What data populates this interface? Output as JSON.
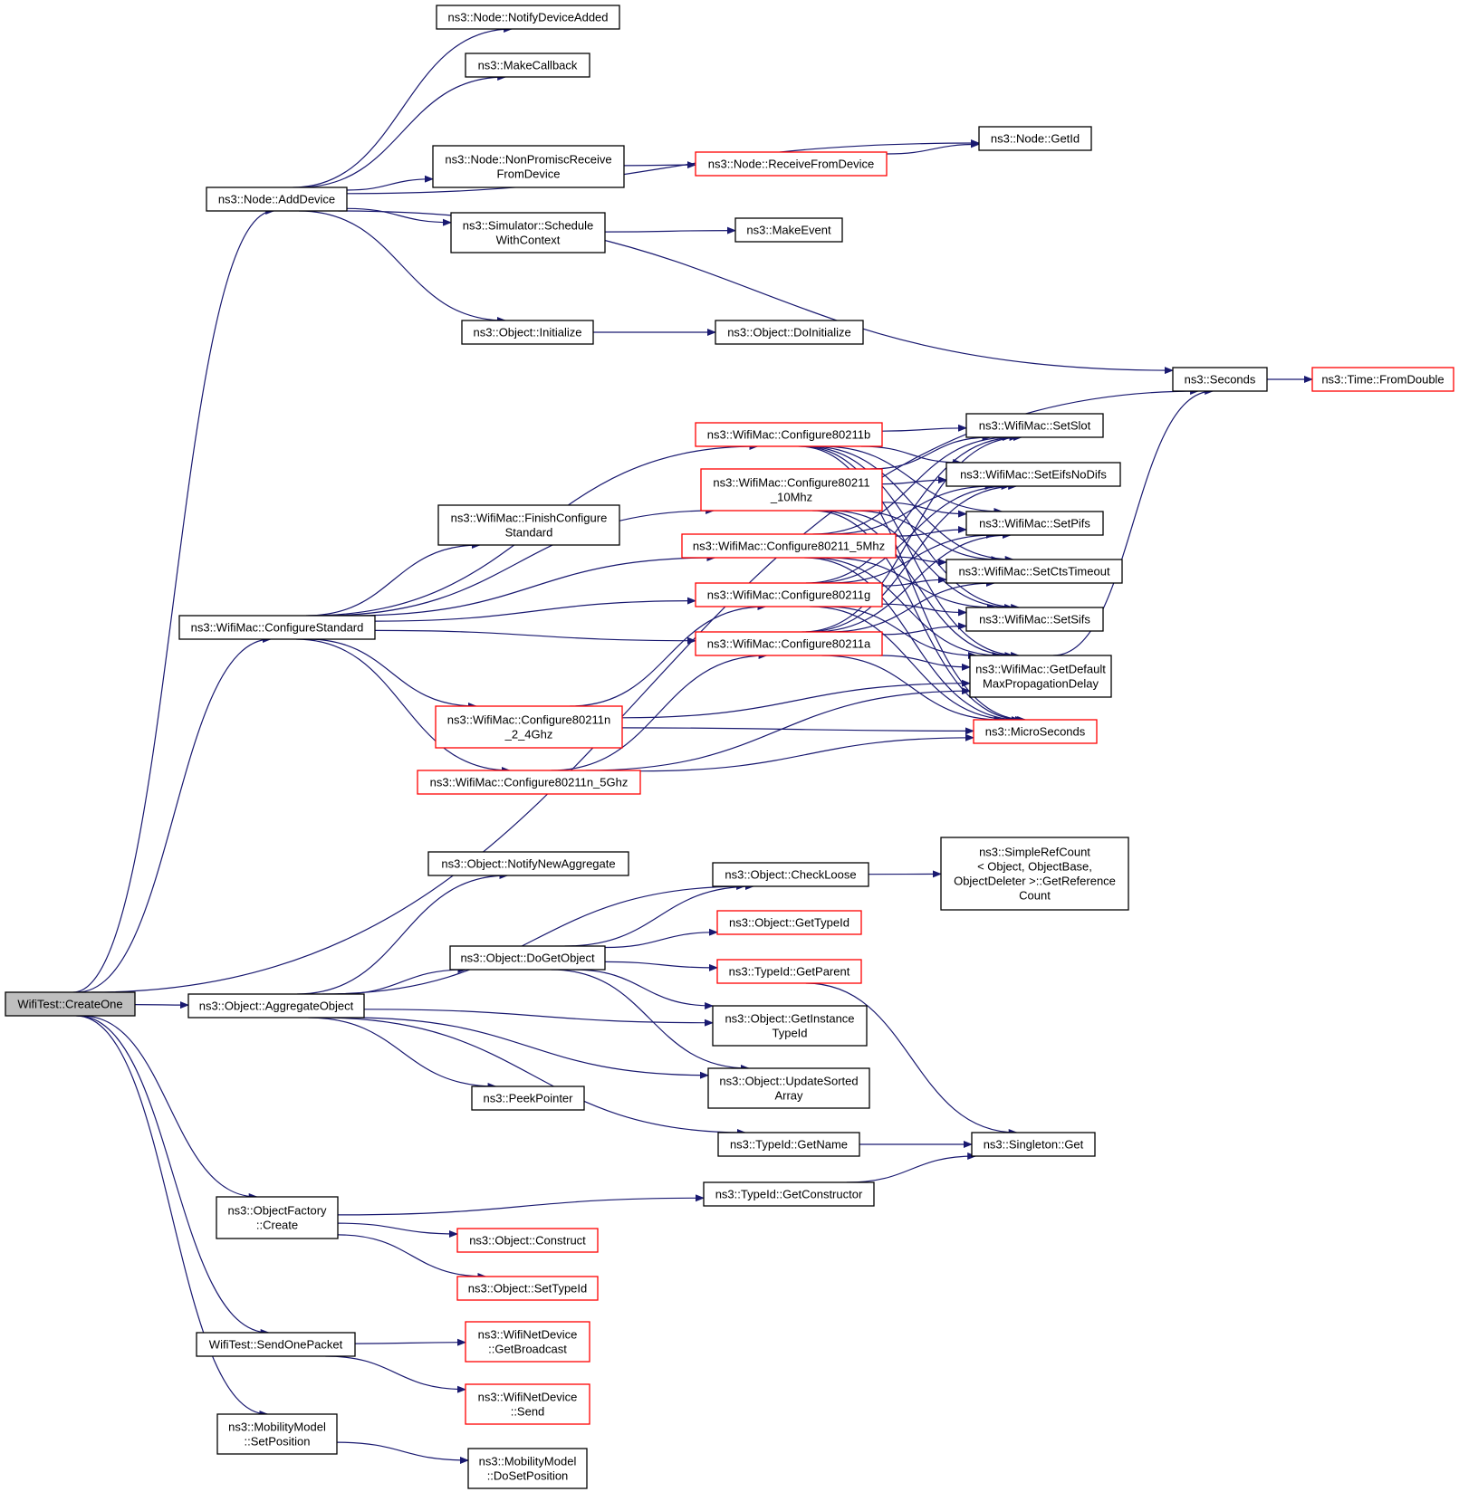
{
  "colors": {
    "edge": "#191970",
    "border_normal": "#000000",
    "border_truncated": "#ff0000",
    "root_fill": "#bfbfbf"
  },
  "nodes": {
    "createOne": {
      "lines": [
        "WifiTest::CreateOne"
      ],
      "variant": "root"
    },
    "addDevice": {
      "lines": [
        "ns3::Node::AddDevice"
      ],
      "variant": "normal"
    },
    "notifyDeviceAdded": {
      "lines": [
        "ns3::Node::NotifyDeviceAdded"
      ],
      "variant": "normal"
    },
    "makeCallback": {
      "lines": [
        "ns3::MakeCallback"
      ],
      "variant": "normal"
    },
    "nonPromisc": {
      "lines": [
        "ns3::Node::NonPromiscReceive",
        "FromDevice"
      ],
      "variant": "normal"
    },
    "receiveFromDevice": {
      "lines": [
        "ns3::Node::ReceiveFromDevice"
      ],
      "variant": "red"
    },
    "getId": {
      "lines": [
        "ns3::Node::GetId"
      ],
      "variant": "normal"
    },
    "scheduleWithContext": {
      "lines": [
        "ns3::Simulator::Schedule",
        "WithContext"
      ],
      "variant": "normal"
    },
    "makeEvent": {
      "lines": [
        "ns3::MakeEvent"
      ],
      "variant": "normal"
    },
    "objInitialize": {
      "lines": [
        "ns3::Object::Initialize"
      ],
      "variant": "normal"
    },
    "doInitialize": {
      "lines": [
        "ns3::Object::DoInitialize"
      ],
      "variant": "normal"
    },
    "seconds": {
      "lines": [
        "ns3::Seconds"
      ],
      "variant": "normal"
    },
    "fromDouble": {
      "lines": [
        "ns3::Time::FromDouble"
      ],
      "variant": "red"
    },
    "configureStandard": {
      "lines": [
        "ns3::WifiMac::ConfigureStandard"
      ],
      "variant": "normal"
    },
    "cfg11b": {
      "lines": [
        "ns3::WifiMac::Configure80211b"
      ],
      "variant": "red"
    },
    "cfg10mhz": {
      "lines": [
        "ns3::WifiMac::Configure80211",
        "_10Mhz"
      ],
      "variant": "red"
    },
    "finishConfigure": {
      "lines": [
        "ns3::WifiMac::FinishConfigure",
        "Standard"
      ],
      "variant": "normal"
    },
    "cfg5mhz": {
      "lines": [
        "ns3::WifiMac::Configure80211_5Mhz"
      ],
      "variant": "red"
    },
    "cfg11g": {
      "lines": [
        "ns3::WifiMac::Configure80211g"
      ],
      "variant": "red"
    },
    "cfg11a": {
      "lines": [
        "ns3::WifiMac::Configure80211a"
      ],
      "variant": "red"
    },
    "cfg11n24": {
      "lines": [
        "ns3::WifiMac::Configure80211n",
        "_2_4Ghz"
      ],
      "variant": "red"
    },
    "cfg11n5": {
      "lines": [
        "ns3::WifiMac::Configure80211n_5Ghz"
      ],
      "variant": "red"
    },
    "setSlot": {
      "lines": [
        "ns3::WifiMac::SetSlot"
      ],
      "variant": "normal"
    },
    "setEifs": {
      "lines": [
        "ns3::WifiMac::SetEifsNoDifs"
      ],
      "variant": "normal"
    },
    "setPifs": {
      "lines": [
        "ns3::WifiMac::SetPifs"
      ],
      "variant": "normal"
    },
    "setCts": {
      "lines": [
        "ns3::WifiMac::SetCtsTimeout"
      ],
      "variant": "normal"
    },
    "setSifs": {
      "lines": [
        "ns3::WifiMac::SetSifs"
      ],
      "variant": "normal"
    },
    "getDefaultMax": {
      "lines": [
        "ns3::WifiMac::GetDefault",
        "MaxPropagationDelay"
      ],
      "variant": "normal"
    },
    "microSeconds": {
      "lines": [
        "ns3::MicroSeconds"
      ],
      "variant": "red"
    },
    "aggregateObject": {
      "lines": [
        "ns3::Object::AggregateObject"
      ],
      "variant": "normal"
    },
    "notifyNewAggregate": {
      "lines": [
        "ns3::Object::NotifyNewAggregate"
      ],
      "variant": "normal"
    },
    "checkLoose": {
      "lines": [
        "ns3::Object::CheckLoose"
      ],
      "variant": "normal"
    },
    "simpleRefCount": {
      "lines": [
        "ns3::SimpleRefCount",
        "< Object, ObjectBase,",
        "ObjectDeleter >::GetReference",
        "Count"
      ],
      "variant": "normal"
    },
    "doGetObject": {
      "lines": [
        "ns3::Object::DoGetObject"
      ],
      "variant": "normal"
    },
    "getTypeId": {
      "lines": [
        "ns3::Object::GetTypeId"
      ],
      "variant": "red"
    },
    "getParent": {
      "lines": [
        "ns3::TypeId::GetParent"
      ],
      "variant": "red"
    },
    "getInstanceTypeId": {
      "lines": [
        "ns3::Object::GetInstance",
        "TypeId"
      ],
      "variant": "normal"
    },
    "updateSortedArray": {
      "lines": [
        "ns3::Object::UpdateSorted",
        "Array"
      ],
      "variant": "normal"
    },
    "peekPointer": {
      "lines": [
        "ns3::PeekPointer"
      ],
      "variant": "normal"
    },
    "getName": {
      "lines": [
        "ns3::TypeId::GetName"
      ],
      "variant": "normal"
    },
    "singletonGet": {
      "lines": [
        "ns3::Singleton::Get"
      ],
      "variant": "normal"
    },
    "objectFactoryCreate": {
      "lines": [
        "ns3::ObjectFactory",
        "::Create"
      ],
      "variant": "normal"
    },
    "getConstructor": {
      "lines": [
        "ns3::TypeId::GetConstructor"
      ],
      "variant": "normal"
    },
    "objConstruct": {
      "lines": [
        "ns3::Object::Construct"
      ],
      "variant": "red"
    },
    "setTypeId": {
      "lines": [
        "ns3::Object::SetTypeId"
      ],
      "variant": "red"
    },
    "sendOnePacket": {
      "lines": [
        "WifiTest::SendOnePacket"
      ],
      "variant": "normal"
    },
    "getBroadcast": {
      "lines": [
        "ns3::WifiNetDevice",
        "::GetBroadcast"
      ],
      "variant": "red"
    },
    "wifiSend": {
      "lines": [
        "ns3::WifiNetDevice",
        "::Send"
      ],
      "variant": "red"
    },
    "setPosition": {
      "lines": [
        "ns3::MobilityModel",
        "::SetPosition"
      ],
      "variant": "normal"
    },
    "doSetPosition": {
      "lines": [
        "ns3::MobilityModel",
        "::DoSetPosition"
      ],
      "variant": "normal"
    }
  },
  "edges": [
    [
      "createOne",
      "addDevice"
    ],
    [
      "createOne",
      "seconds"
    ],
    [
      "createOne",
      "configureStandard"
    ],
    [
      "createOne",
      "aggregateObject"
    ],
    [
      "createOne",
      "objectFactoryCreate"
    ],
    [
      "createOne",
      "sendOnePacket"
    ],
    [
      "createOne",
      "setPosition"
    ],
    [
      "addDevice",
      "notifyDeviceAdded"
    ],
    [
      "addDevice",
      "makeCallback"
    ],
    [
      "addDevice",
      "getId"
    ],
    [
      "addDevice",
      "nonPromisc"
    ],
    [
      "addDevice",
      "scheduleWithContext"
    ],
    [
      "addDevice",
      "seconds"
    ],
    [
      "addDevice",
      "objInitialize"
    ],
    [
      "nonPromisc",
      "receiveFromDevice"
    ],
    [
      "receiveFromDevice",
      "getId"
    ],
    [
      "scheduleWithContext",
      "makeEvent"
    ],
    [
      "objInitialize",
      "doInitialize"
    ],
    [
      "seconds",
      "fromDouble"
    ],
    [
      "configureStandard",
      "cfg11b"
    ],
    [
      "configureStandard",
      "cfg10mhz"
    ],
    [
      "configureStandard",
      "finishConfigure"
    ],
    [
      "configureStandard",
      "cfg5mhz"
    ],
    [
      "configureStandard",
      "cfg11g"
    ],
    [
      "configureStandard",
      "cfg11a"
    ],
    [
      "configureStandard",
      "cfg11n24"
    ],
    [
      "configureStandard",
      "cfg11n5"
    ],
    [
      "cfg11b",
      "setSlot"
    ],
    [
      "cfg11b",
      "setEifs"
    ],
    [
      "cfg11b",
      "setPifs"
    ],
    [
      "cfg11b",
      "setCts"
    ],
    [
      "cfg11b",
      "setSifs"
    ],
    [
      "cfg11b",
      "getDefaultMax"
    ],
    [
      "cfg11b",
      "microSeconds"
    ],
    [
      "cfg10mhz",
      "setSlot"
    ],
    [
      "cfg10mhz",
      "setEifs"
    ],
    [
      "cfg10mhz",
      "setPifs"
    ],
    [
      "cfg10mhz",
      "setCts"
    ],
    [
      "cfg10mhz",
      "setSifs"
    ],
    [
      "cfg10mhz",
      "getDefaultMax"
    ],
    [
      "cfg10mhz",
      "microSeconds"
    ],
    [
      "cfg5mhz",
      "setSlot"
    ],
    [
      "cfg5mhz",
      "setEifs"
    ],
    [
      "cfg5mhz",
      "setPifs"
    ],
    [
      "cfg5mhz",
      "setCts"
    ],
    [
      "cfg5mhz",
      "setSifs"
    ],
    [
      "cfg5mhz",
      "getDefaultMax"
    ],
    [
      "cfg5mhz",
      "microSeconds"
    ],
    [
      "cfg11g",
      "setSlot"
    ],
    [
      "cfg11g",
      "setEifs"
    ],
    [
      "cfg11g",
      "setPifs"
    ],
    [
      "cfg11g",
      "setCts"
    ],
    [
      "cfg11g",
      "setSifs"
    ],
    [
      "cfg11g",
      "getDefaultMax"
    ],
    [
      "cfg11g",
      "microSeconds"
    ],
    [
      "cfg11a",
      "setSlot"
    ],
    [
      "cfg11a",
      "setEifs"
    ],
    [
      "cfg11a",
      "setPifs"
    ],
    [
      "cfg11a",
      "setCts"
    ],
    [
      "cfg11a",
      "setSifs"
    ],
    [
      "cfg11a",
      "getDefaultMax"
    ],
    [
      "cfg11a",
      "microSeconds"
    ],
    [
      "cfg11n24",
      "cfg11g"
    ],
    [
      "cfg11n24",
      "getDefaultMax"
    ],
    [
      "cfg11n24",
      "microSeconds"
    ],
    [
      "cfg11n5",
      "cfg11a"
    ],
    [
      "cfg11n5",
      "getDefaultMax"
    ],
    [
      "cfg11n5",
      "microSeconds"
    ],
    [
      "getDefaultMax",
      "seconds"
    ],
    [
      "aggregateObject",
      "notifyNewAggregate"
    ],
    [
      "aggregateObject",
      "checkLoose"
    ],
    [
      "aggregateObject",
      "doGetObject"
    ],
    [
      "aggregateObject",
      "getInstanceTypeId"
    ],
    [
      "aggregateObject",
      "updateSortedArray"
    ],
    [
      "aggregateObject",
      "peekPointer"
    ],
    [
      "aggregateObject",
      "getName"
    ],
    [
      "checkLoose",
      "simpleRefCount"
    ],
    [
      "doGetObject",
      "checkLoose"
    ],
    [
      "doGetObject",
      "getTypeId"
    ],
    [
      "doGetObject",
      "getParent"
    ],
    [
      "doGetObject",
      "getInstanceTypeId"
    ],
    [
      "doGetObject",
      "updateSortedArray"
    ],
    [
      "getParent",
      "singletonGet"
    ],
    [
      "getName",
      "singletonGet"
    ],
    [
      "getConstructor",
      "singletonGet"
    ],
    [
      "objectFactoryCreate",
      "getConstructor"
    ],
    [
      "objectFactoryCreate",
      "objConstruct"
    ],
    [
      "objectFactoryCreate",
      "setTypeId"
    ],
    [
      "sendOnePacket",
      "getBroadcast"
    ],
    [
      "sendOnePacket",
      "wifiSend"
    ],
    [
      "setPosition",
      "doSetPosition"
    ]
  ]
}
